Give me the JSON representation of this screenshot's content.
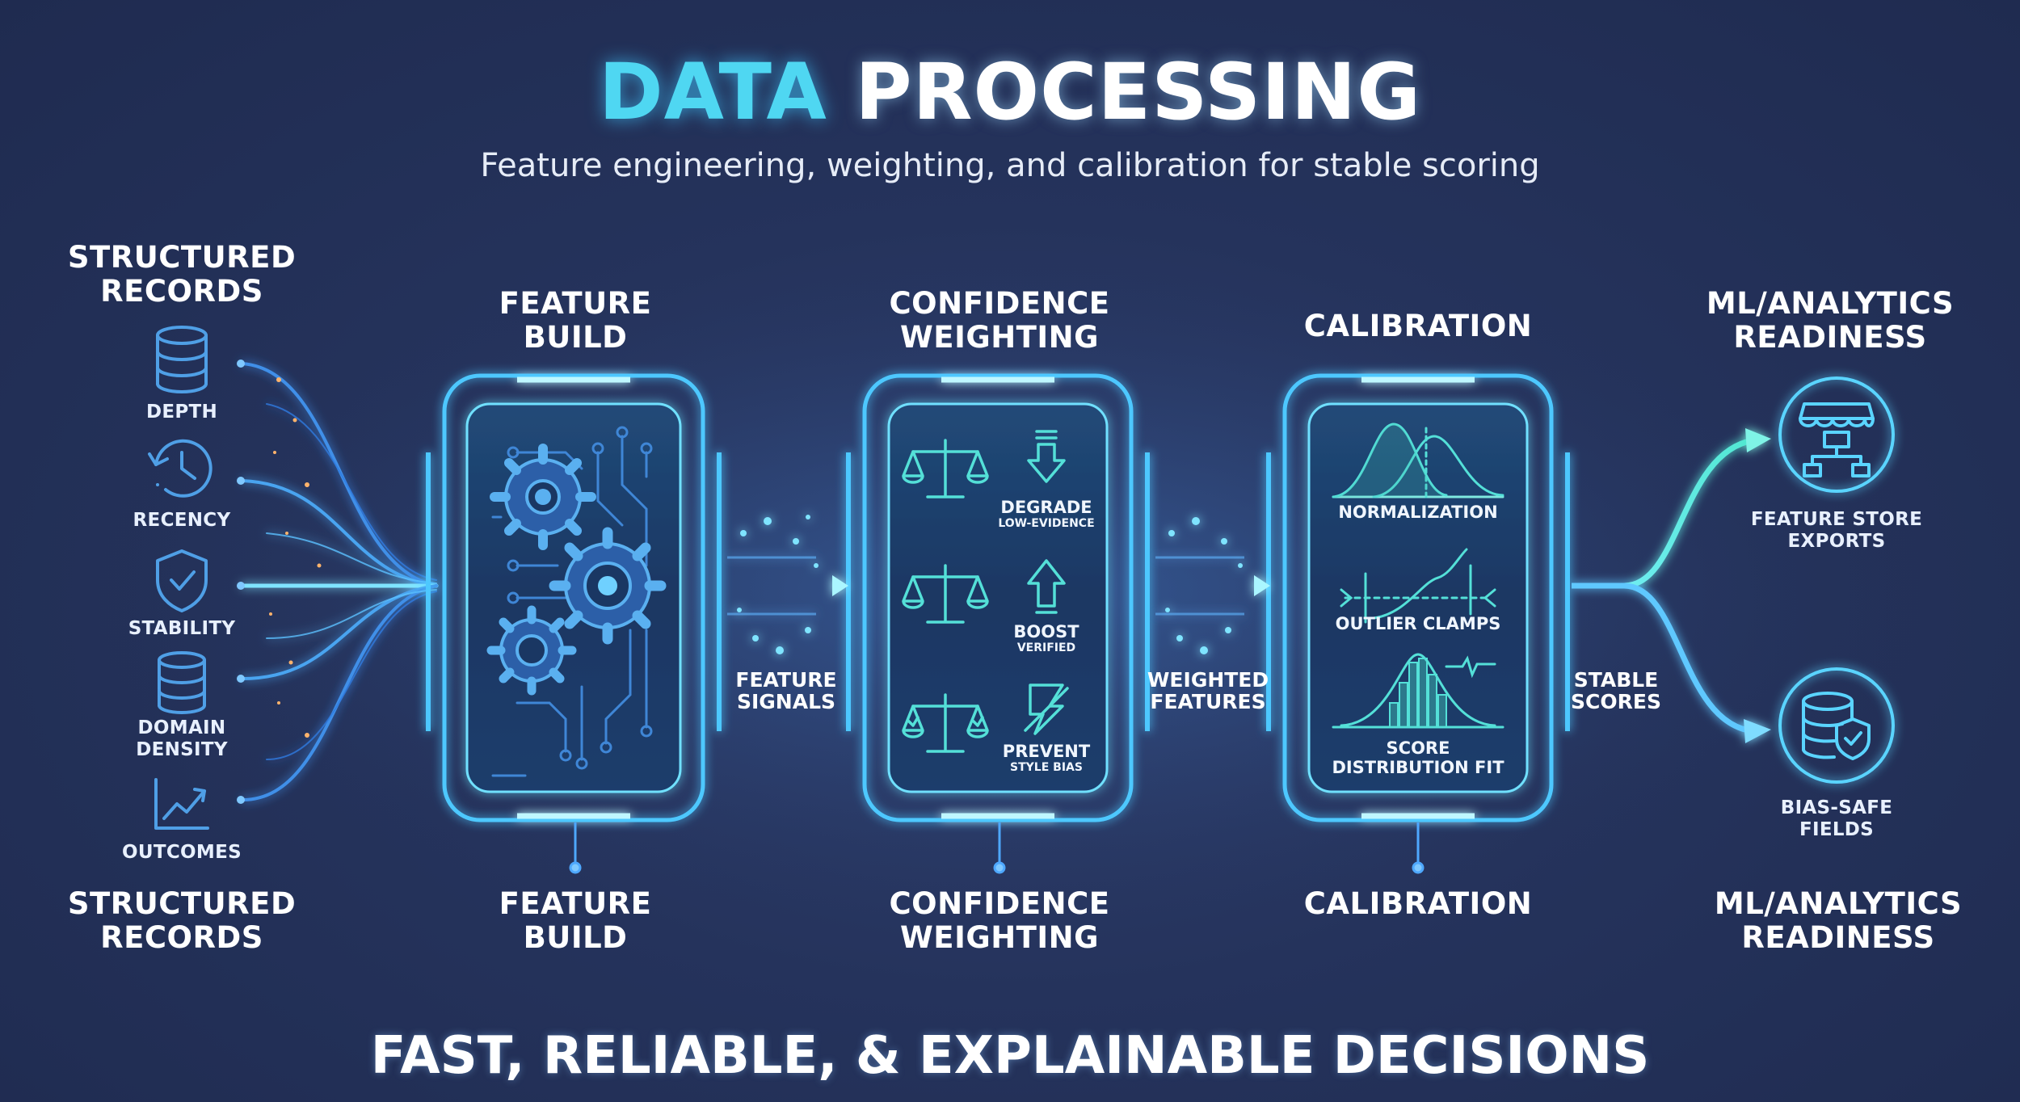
{
  "header": {
    "title_accent": "DATA",
    "title_main": "PROCESSING",
    "subtitle": "Feature engineering, weighting, and calibration for stable scoring"
  },
  "inputs": {
    "top_title_l1": "STRUCTURED",
    "top_title_l2": "RECORDS",
    "items": [
      {
        "label": "DEPTH",
        "icon": "database-icon"
      },
      {
        "label": "RECENCY",
        "icon": "clock-history-icon"
      },
      {
        "label": "STABILITY",
        "icon": "shield-check-icon"
      },
      {
        "label_l1": "DOMAIN",
        "label_l2": "DENSITY",
        "icon": "database-icon"
      },
      {
        "label": "OUTCOMES",
        "icon": "trend-chart-icon"
      }
    ],
    "bottom_title_l1": "STRUCTURED",
    "bottom_title_l2": "RECORDS"
  },
  "stages": [
    {
      "top_l1": "FEATURE",
      "top_l2": "BUILD",
      "bottom_l1": "FEATURE",
      "bottom_l2": "BUILD",
      "icon": "gears-circuit-icon"
    },
    {
      "top_l1": "CONFIDENCE",
      "top_l2": "WEIGHTING",
      "bottom_l1": "CONFIDENCE",
      "bottom_l2": "WEIGHTING",
      "rows": [
        {
          "l1": "DEGRADE",
          "l2": "LOW-EVIDENCE",
          "icon": "arrow-down-icon"
        },
        {
          "l1": "BOOST",
          "l2": "VERIFIED",
          "icon": "arrow-up-icon"
        },
        {
          "l1": "PREVENT",
          "l2": "STYLE BIAS",
          "icon": "bias-slash-icon"
        }
      ]
    },
    {
      "top_l1": "CALIBRATION",
      "bottom_l1": "CALIBRATION",
      "rows": [
        {
          "l1": "NORMALIZATION"
        },
        {
          "l1": "OUTLIER CLAMPS"
        },
        {
          "l1": "SCORE",
          "l2": "DISTRIBUTION FIT"
        }
      ]
    }
  ],
  "flows": [
    {
      "l1": "FEATURE",
      "l2": "SIGNALS"
    },
    {
      "l1": "WEIGHTED",
      "l2": "FEATURES"
    },
    {
      "l1": "STABLE",
      "l2": "SCORES"
    }
  ],
  "outputs": {
    "top_title_l1": "ML/ANALYTICS",
    "top_title_l2": "READINESS",
    "items": [
      {
        "l1": "FEATURE STORE",
        "l2": "EXPORTS",
        "icon": "storefront-network-icon"
      },
      {
        "l1": "BIAS-SAFE",
        "l2": "FIELDS",
        "icon": "database-shield-icon"
      }
    ],
    "bottom_title_l1": "ML/ANALYTICS",
    "bottom_title_l2": "READINESS"
  },
  "footer": "FAST, RELIABLE, & EXPLAINABLE DECISIONS",
  "colors": {
    "background": "#26345d",
    "accent_cyan": "#4fd7f2",
    "glow_blue": "#3aa8ff",
    "icon_blue": "#5ab0f0",
    "panel_teal": "#54e0d8"
  }
}
